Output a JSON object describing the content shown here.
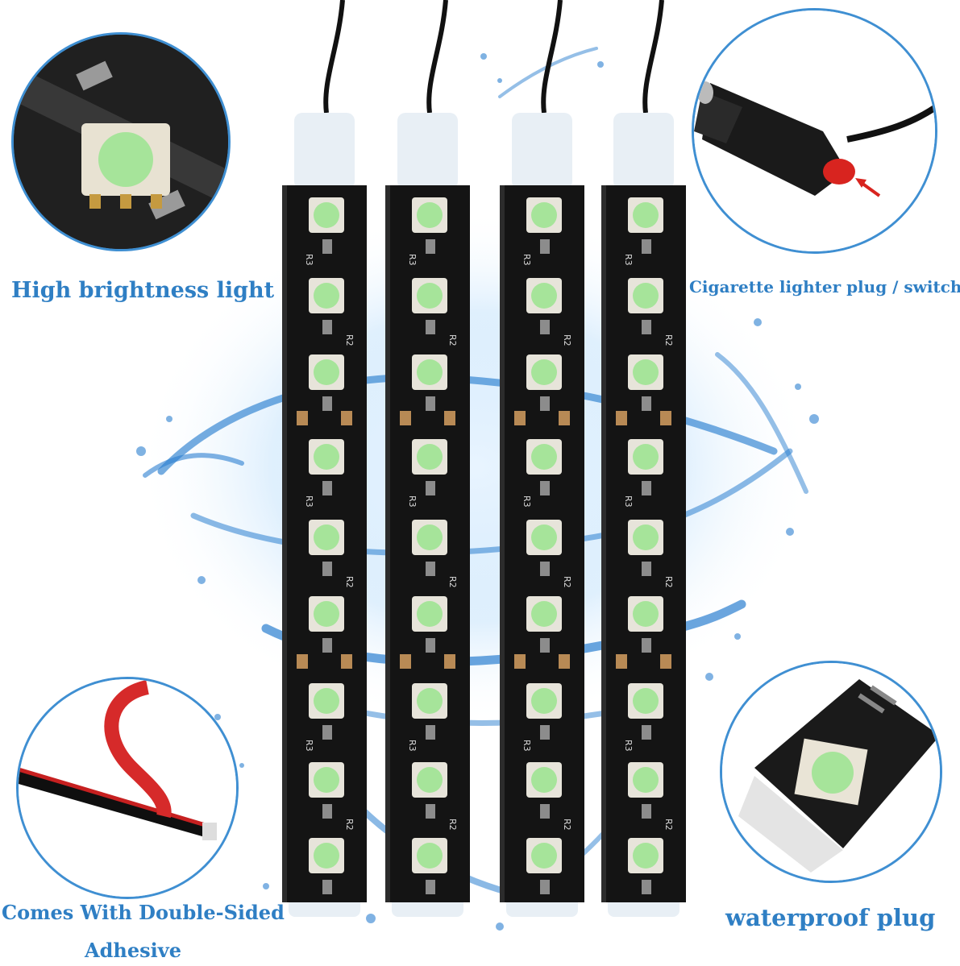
{
  "callouts": {
    "top_left": "High brightness light",
    "top_right": "Cigarette lighter plug / switch",
    "bottom_left_line1": "Comes With Double-Sided",
    "bottom_left_line2": "Adhesive",
    "bottom_right": "waterproof plug"
  },
  "strip_silkscreen": {
    "resistor_a": "R3",
    "resistor_b": "R2"
  },
  "colors": {
    "label_blue": "#2f7fc4",
    "circle_border": "#3f8fd2",
    "led_green": "#a6e49a",
    "strip_black": "#141414",
    "water_blue": "#2b7fd0",
    "switch_red": "#d8241f"
  }
}
